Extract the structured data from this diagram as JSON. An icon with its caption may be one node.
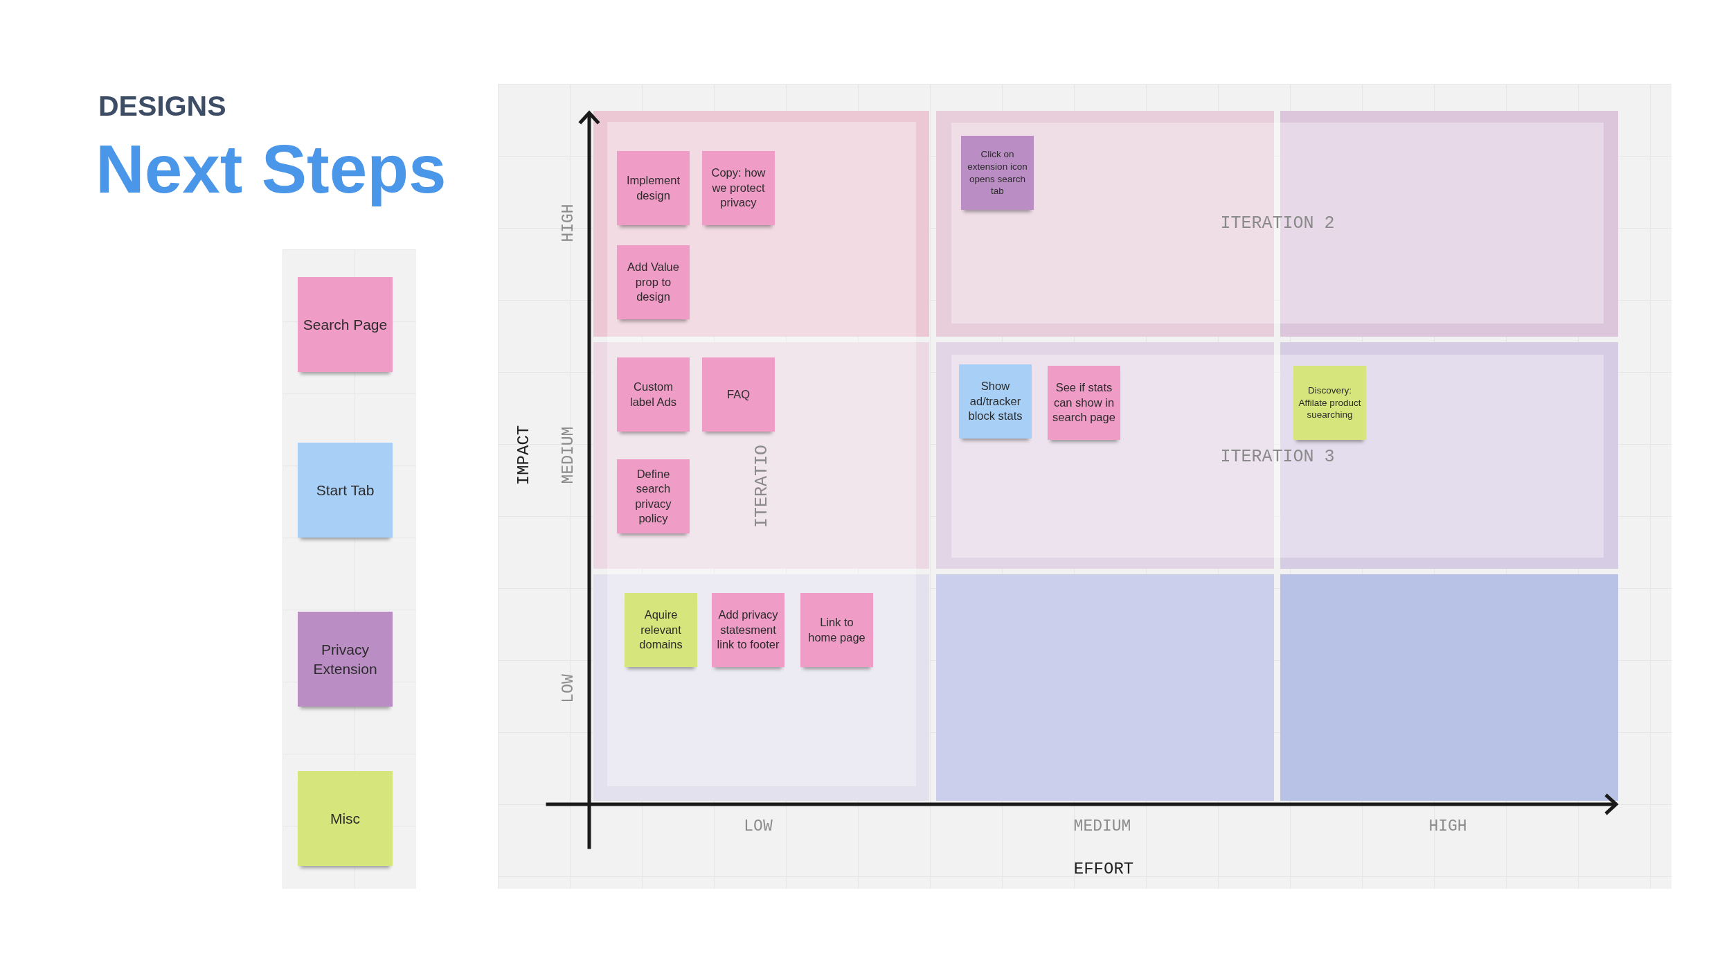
{
  "diagram": {
    "title": "Next Steps",
    "nodes": [
      {
        "text": [
          "ITERATIO"
        ]
      },
      {
        "text": [
          "Implement design"
        ],
        "in": 0
      },
      {
        "text": [
          "Copy: how we protect privacy"
        ],
        "in": 0
      },
      {
        "text": [
          "Add Value prop to design"
        ],
        "in": 0
      },
      {
        "text": [
          "Custom label Ads"
        ],
        "in": 0
      },
      {
        "text": [
          "FAQ"
        ],
        "in": 0
      },
      {
        "text": [
          "Define search privacy policy"
        ],
        "in": 0
      },
      {
        "text": [
          "Aquire relevant domains"
        ],
        "in": 0
      },
      {
        "text": [
          "Add privacy statesment link to footer"
        ],
        "in": 0
      },
      {
        "text": [
          "Link to home page"
        ],
        "in": 0
      },
      {
        "text": [
          "ITERATION 2"
        ]
      },
      {
        "text": [
          "Click on extension icon opens search tab"
        ],
        "in": 10
      },
      {
        "text": [
          "ITERATION 3"
        ]
      },
      {
        "text": [
          "Show ad/tracker block stats"
        ],
        "in": 12
      },
      {
        "text": [
          "See if stats can show in search page"
        ],
        "in": 12
      },
      {
        "text": [
          "Discovery: Affilate product suearching"
        ],
        "in": 12
      }
    ],
    "labels": [
      "DESIGNS",
      "HIGH",
      "IMPACT",
      "MEDIUM",
      "LOW",
      "LOW",
      "MEDIUM",
      "HIGH",
      "EFFORT"
    ],
    "legend": [
      {
        "text": "Search Page",
        "color": "#ef9cc6"
      },
      {
        "text": "Start Tab",
        "color": "#a8cff6"
      },
      {
        "text": "Privacy Extension",
        "color": "#bb8dc5"
      },
      {
        "text": "Misc",
        "color": "#d6e57c"
      }
    ]
  }
}
